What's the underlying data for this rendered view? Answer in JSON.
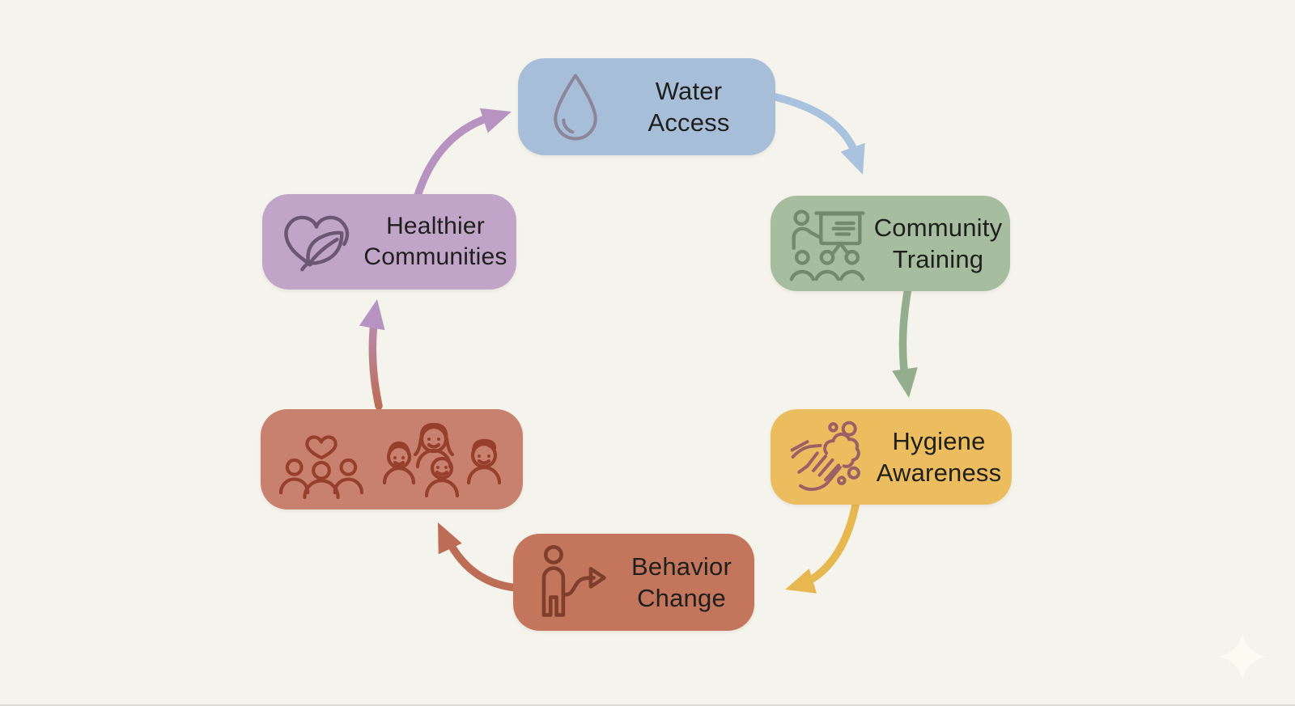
{
  "canvas": {
    "background": "#f5f4ec",
    "bottom_edge_color": "#dcdcd4",
    "text_color": "#1f1f1d"
  },
  "diagram": {
    "type": "circular-flow",
    "nodes": [
      {
        "id": "water-access",
        "label": "Water Access",
        "line1": "Water",
        "line2": "Access",
        "fill": "#a7bed9",
        "icon": "water-drop-icon",
        "icon_color": "#8b8798"
      },
      {
        "id": "community-training",
        "label": "Community Training",
        "line1": "Community",
        "line2": "Training",
        "fill": "#a6bd9f",
        "icon": "presentation-training-icon",
        "icon_color": "#74886e"
      },
      {
        "id": "hygiene-awareness",
        "label": "Hygiene Awareness",
        "line1": "Hygiene",
        "line2": "Awareness",
        "fill": "#ebbd5e",
        "icon": "hand-washing-icon",
        "icon_color": "#9b5f66"
      },
      {
        "id": "behavior-change",
        "label": "Behavior Change",
        "line1": "Behavior",
        "line2": "Change",
        "fill": "#c4765c",
        "icon": "person-change-arrow-icon",
        "icon_color": "#7e3f2c"
      },
      {
        "id": "community-families",
        "label": "",
        "line1": "",
        "line2": "",
        "fill": "#c8806f",
        "icon": "group-heart-and-family-icons",
        "icon_color": "#963f2d"
      },
      {
        "id": "healthier-communities",
        "label": "Healthier Communities",
        "line1": "Healthier",
        "line2": "Communities",
        "fill": "#c1a5c9",
        "icon": "heart-leaf-icon",
        "icon_color": "#6b5673"
      }
    ],
    "arrows": [
      {
        "from": "water-access",
        "to": "community-training",
        "color": "#a9c2dd"
      },
      {
        "from": "community-training",
        "to": "hygiene-awareness",
        "color": "#94ae8d"
      },
      {
        "from": "hygiene-awareness",
        "to": "behavior-change",
        "color": "#e7b850"
      },
      {
        "from": "behavior-change",
        "to": "community-families",
        "color": "#bd6d55"
      },
      {
        "from": "community-families",
        "to": "healthier-communities",
        "color": "#b793c1",
        "gradient_from": "#bd6d55",
        "gradient_to": "#b793c1"
      },
      {
        "from": "healthier-communities",
        "to": "water-access",
        "color": "#b793c1"
      }
    ],
    "decoration": {
      "sparkle_color": "#fdfcf2"
    }
  }
}
